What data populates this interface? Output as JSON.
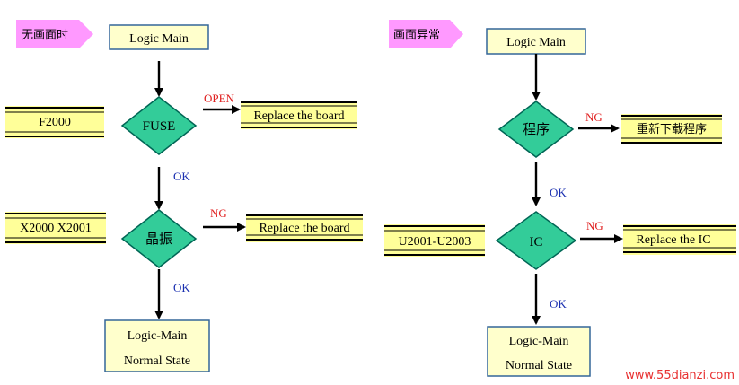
{
  "colors": {
    "box_fill": "#ffffcc",
    "box_stroke": "#336699",
    "diamond_fill": "#33cc99",
    "diamond_stroke": "#006655",
    "tag_fill": "#ff99ff",
    "bar_fill": "#ffff99",
    "label_red": "#e02020",
    "label_blue": "#1a2fb0",
    "watermark_red": "#e83030"
  },
  "left": {
    "tag": "无画面时",
    "start": "Logic Main",
    "fuse": "FUSE",
    "fuse_out_label": "OPEN",
    "fuse_action": "Replace the board",
    "side1": "F2000",
    "ok1": "OK",
    "crystal": "晶振",
    "crystal_out_label": "NG",
    "crystal_action": "Replace the board",
    "side2": "X2000 X2001",
    "ok2": "OK",
    "end_line1": "Logic-Main",
    "end_line2": "Normal State"
  },
  "right": {
    "tag": "画面异常",
    "start": "Logic Main",
    "program": "程序",
    "program_out_label": "NG",
    "program_action": "重新下载程序",
    "ok1": "OK",
    "ic": "IC",
    "ic_out_label": "NG",
    "ic_action": "Replace the IC",
    "side": "U2001-U2003",
    "ok2": "OK",
    "end_line1": "Logic-Main",
    "end_line2": "Normal State"
  },
  "watermark": "www.55dianzi.com"
}
